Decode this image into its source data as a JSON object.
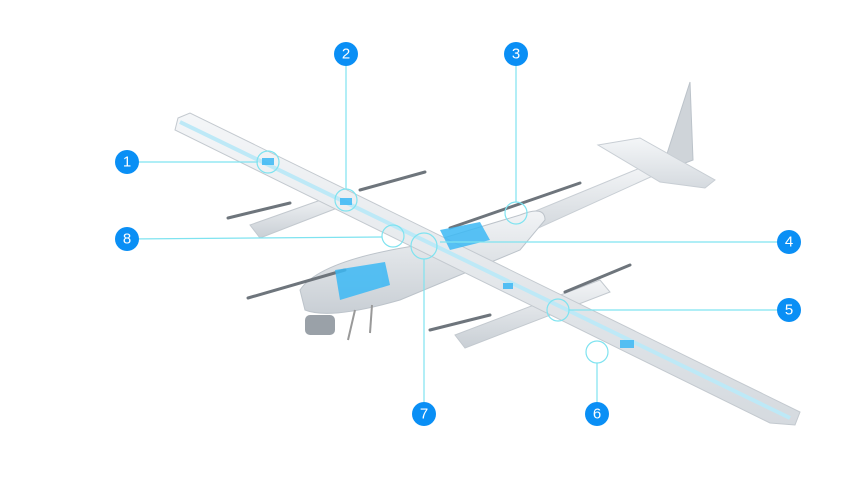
{
  "colors": {
    "badge": "#0a8ff5",
    "leader": "#7fe3f0",
    "highlight": "#3cb8f5",
    "body": "#e9ecef"
  },
  "callouts": [
    {
      "label": "1"
    },
    {
      "label": "2"
    },
    {
      "label": "3"
    },
    {
      "label": "4"
    },
    {
      "label": "5"
    },
    {
      "label": "6"
    },
    {
      "label": "7"
    },
    {
      "label": "8"
    }
  ]
}
